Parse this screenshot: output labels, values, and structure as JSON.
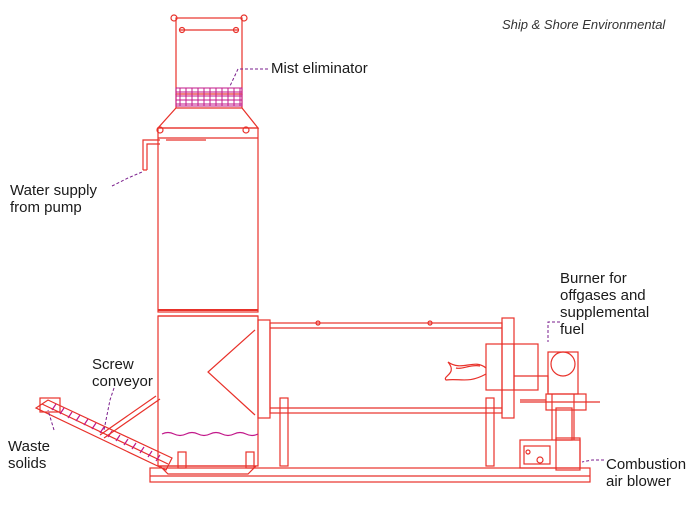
{
  "credit": "Ship & Shore Environmental",
  "labels": {
    "mist_eliminator": "Mist eliminator",
    "water_supply": "Water supply\nfrom pump",
    "burner": "Burner for\noffgases and\nsupplemental\nfuel",
    "screw_conveyor": "Screw\nconveyor",
    "waste_solids": "Waste\nsolids",
    "combustion_blower": "Combustion\nair blower"
  },
  "colors": {
    "structure": "#e8312a",
    "mesh": "#c2188a",
    "leader": "#7a1e8c",
    "flame": "#e8312a",
    "text": "#1a1a1a"
  }
}
